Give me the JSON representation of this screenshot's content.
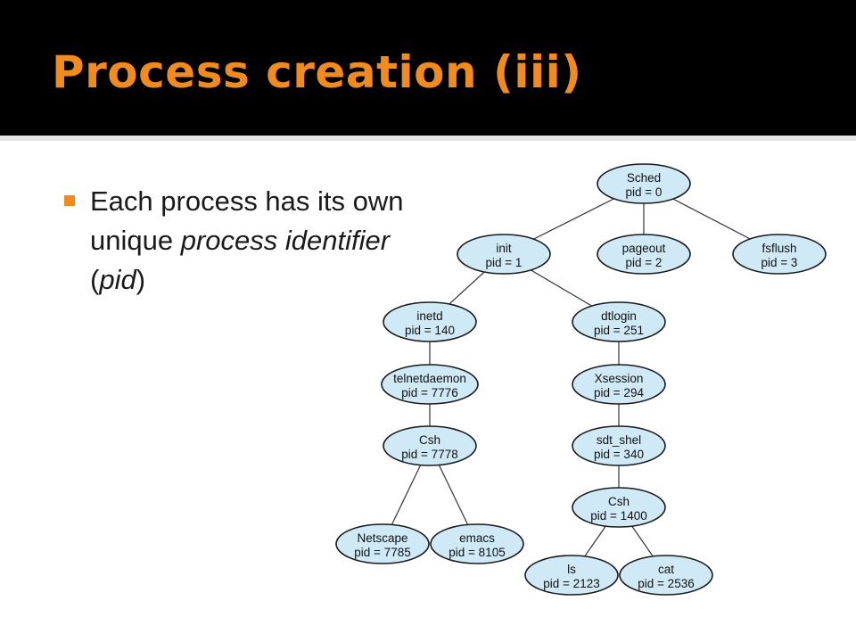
{
  "slide": {
    "title": "Process creation (iii)",
    "bullet": {
      "t1": "Each process has its own unique ",
      "t2": "process identifier",
      "t3": " (",
      "t4": "pid",
      "t5": ")"
    }
  },
  "colors": {
    "title": "#f28b1e",
    "bullet": "#f28b1e",
    "node_fill": "#cfe9f7",
    "header_bg": "#000000"
  },
  "tree": {
    "nodes": [
      {
        "id": "sched",
        "name": "Sched",
        "pid_label": "pid = 0"
      },
      {
        "id": "init",
        "name": "init",
        "pid_label": "pid = 1"
      },
      {
        "id": "pageout",
        "name": "pageout",
        "pid_label": "pid = 2"
      },
      {
        "id": "fsflush",
        "name": "fsflush",
        "pid_label": "pid = 3"
      },
      {
        "id": "inetd",
        "name": "inetd",
        "pid_label": "pid = 140"
      },
      {
        "id": "dtlogin",
        "name": "dtlogin",
        "pid_label": "pid = 251"
      },
      {
        "id": "telnetdaemon",
        "name": "telnetdaemon",
        "pid_label": "pid = 7776"
      },
      {
        "id": "xsession",
        "name": "Xsession",
        "pid_label": "pid = 294"
      },
      {
        "id": "csh7778",
        "name": "Csh",
        "pid_label": "pid = 7778"
      },
      {
        "id": "sdtshel",
        "name": "sdt_shel",
        "pid_label": "pid = 340"
      },
      {
        "id": "csh1400",
        "name": "Csh",
        "pid_label": "pid = 1400"
      },
      {
        "id": "netscape",
        "name": "Netscape",
        "pid_label": "pid = 7785"
      },
      {
        "id": "emacs",
        "name": "emacs",
        "pid_label": "pid = 8105"
      },
      {
        "id": "ls",
        "name": "ls",
        "pid_label": "pid = 2123"
      },
      {
        "id": "cat",
        "name": "cat",
        "pid_label": "pid = 2536"
      }
    ],
    "edges": [
      [
        "sched",
        "init"
      ],
      [
        "sched",
        "pageout"
      ],
      [
        "sched",
        "fsflush"
      ],
      [
        "init",
        "inetd"
      ],
      [
        "init",
        "dtlogin"
      ],
      [
        "inetd",
        "telnetdaemon"
      ],
      [
        "telnetdaemon",
        "csh7778"
      ],
      [
        "csh7778",
        "netscape"
      ],
      [
        "csh7778",
        "emacs"
      ],
      [
        "dtlogin",
        "xsession"
      ],
      [
        "xsession",
        "sdtshel"
      ],
      [
        "sdtshel",
        "csh1400"
      ],
      [
        "csh1400",
        "ls"
      ],
      [
        "csh1400",
        "cat"
      ]
    ]
  }
}
